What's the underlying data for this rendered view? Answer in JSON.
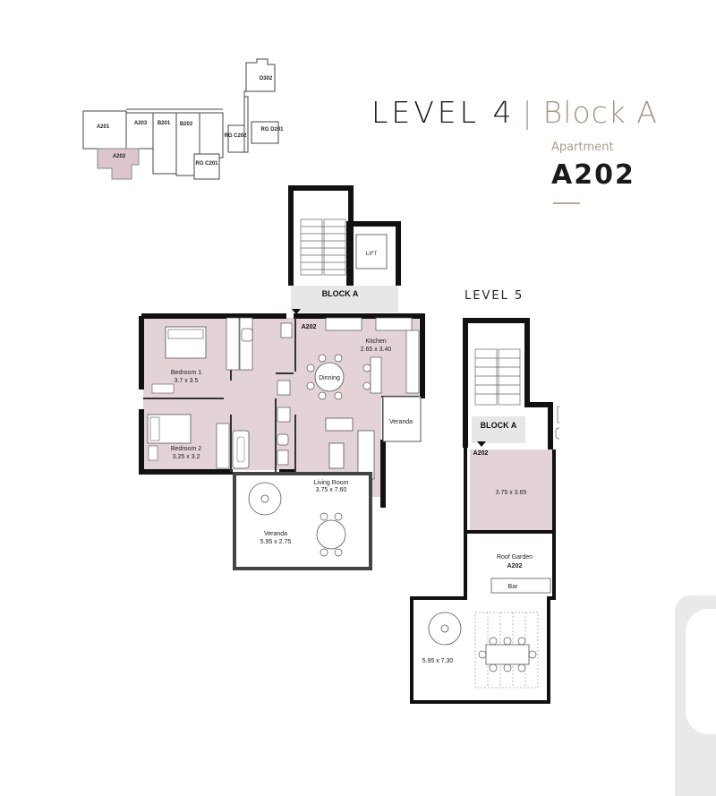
{
  "header": {
    "level": "LEVEL 4",
    "separator": "|",
    "block": "Block A",
    "apartment_label": "Apartment",
    "apartment_code": "A202"
  },
  "key_plan": {
    "units": [
      "D302",
      "A201",
      "A203",
      "B201",
      "B202",
      "A202",
      "RG C202",
      "RG D201",
      "RG C201"
    ],
    "highlighted": "A202",
    "highlight_color": "#dcc6cb"
  },
  "level4": {
    "core_label": "BLOCK A",
    "lift_label": "LIFT",
    "entrance_tag": "A202",
    "rooms": [
      {
        "name": "Kitchen",
        "dims": "2.65 x 3.40"
      },
      {
        "name": "Dinning",
        "dims": ""
      },
      {
        "name": "Bedroom 1",
        "dims": "3.7 x 3.5"
      },
      {
        "name": "Bedroom 2",
        "dims": "3.25 x 3.2"
      },
      {
        "name": "Living Room",
        "dims": "3.75 x 7.60"
      },
      {
        "name": "Veranda",
        "dims": ""
      },
      {
        "name": "Veranda",
        "dims": "5.95 x 2.75"
      }
    ]
  },
  "level5": {
    "title": "LEVEL 5",
    "core_label": "BLOCK A",
    "entrance_tag": "A202",
    "room_dims": "3.75 x 3.65",
    "roof_garden_label": "Roof Garden",
    "roof_garden_code": "A202",
    "bar_label": "Bar",
    "terrace_dims": "5.95 x 7.30"
  },
  "colors": {
    "room_fill": "#e3d3d6",
    "wall": "#111111",
    "accent": "#a89583"
  }
}
